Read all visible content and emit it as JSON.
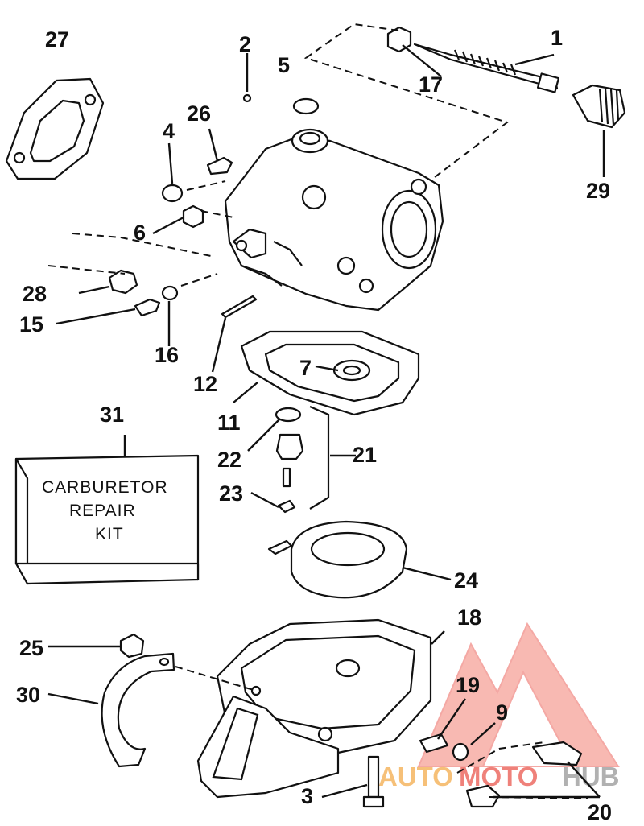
{
  "callouts": [
    {
      "id": "1",
      "text": "1"
    },
    {
      "id": "2",
      "text": "2"
    },
    {
      "id": "3",
      "text": "3"
    },
    {
      "id": "4",
      "text": "4"
    },
    {
      "id": "5",
      "text": "5"
    },
    {
      "id": "6",
      "text": "6"
    },
    {
      "id": "7",
      "text": "7"
    },
    {
      "id": "9",
      "text": "9"
    },
    {
      "id": "11",
      "text": "11"
    },
    {
      "id": "12",
      "text": "12"
    },
    {
      "id": "15",
      "text": "15"
    },
    {
      "id": "16",
      "text": "16"
    },
    {
      "id": "17",
      "text": "17"
    },
    {
      "id": "18",
      "text": "18"
    },
    {
      "id": "19",
      "text": "19"
    },
    {
      "id": "20",
      "text": "20"
    },
    {
      "id": "21",
      "text": "21"
    },
    {
      "id": "22",
      "text": "22"
    },
    {
      "id": "23",
      "text": "23"
    },
    {
      "id": "24",
      "text": "24"
    },
    {
      "id": "25",
      "text": "25"
    },
    {
      "id": "26",
      "text": "26"
    },
    {
      "id": "27",
      "text": "27"
    },
    {
      "id": "28",
      "text": "28"
    },
    {
      "id": "29",
      "text": "29"
    },
    {
      "id": "30",
      "text": "30"
    },
    {
      "id": "31",
      "text": "31"
    }
  ],
  "kit_box": {
    "line1": "CARBURETOR",
    "line2": "REPAIR",
    "line3": "KIT"
  },
  "watermark": {
    "part1": "AUTO",
    "part2": "MOTO",
    "part3": "HUB",
    "colors": {
      "red": "#e8463c",
      "orange": "#f2a33a",
      "gray": "#8c8c8c"
    }
  }
}
